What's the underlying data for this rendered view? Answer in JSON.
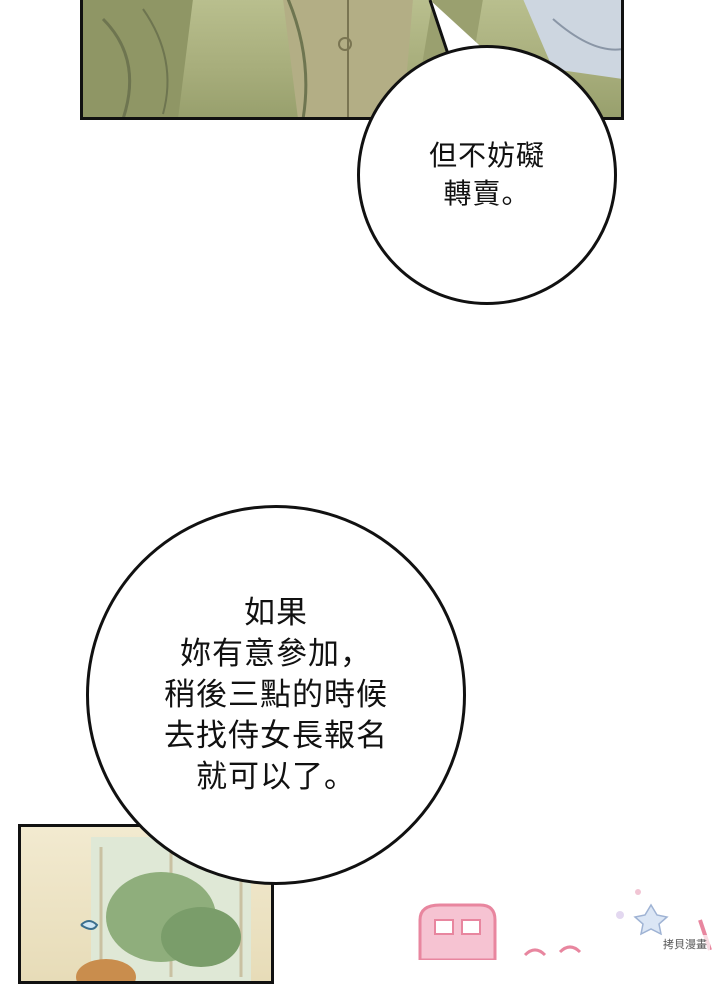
{
  "bubbles": {
    "top": "但不妨礙\n轉賣。",
    "big": "如果\n妳有意參加，\n稍後三點的時候\n去找侍女長報名\n就可以了。"
  },
  "watermark": "拷貝漫畫",
  "colors": {
    "ink": "#111111",
    "jacket_green": "#a7ad7b",
    "sfx_pink": "#f3b6c8"
  }
}
